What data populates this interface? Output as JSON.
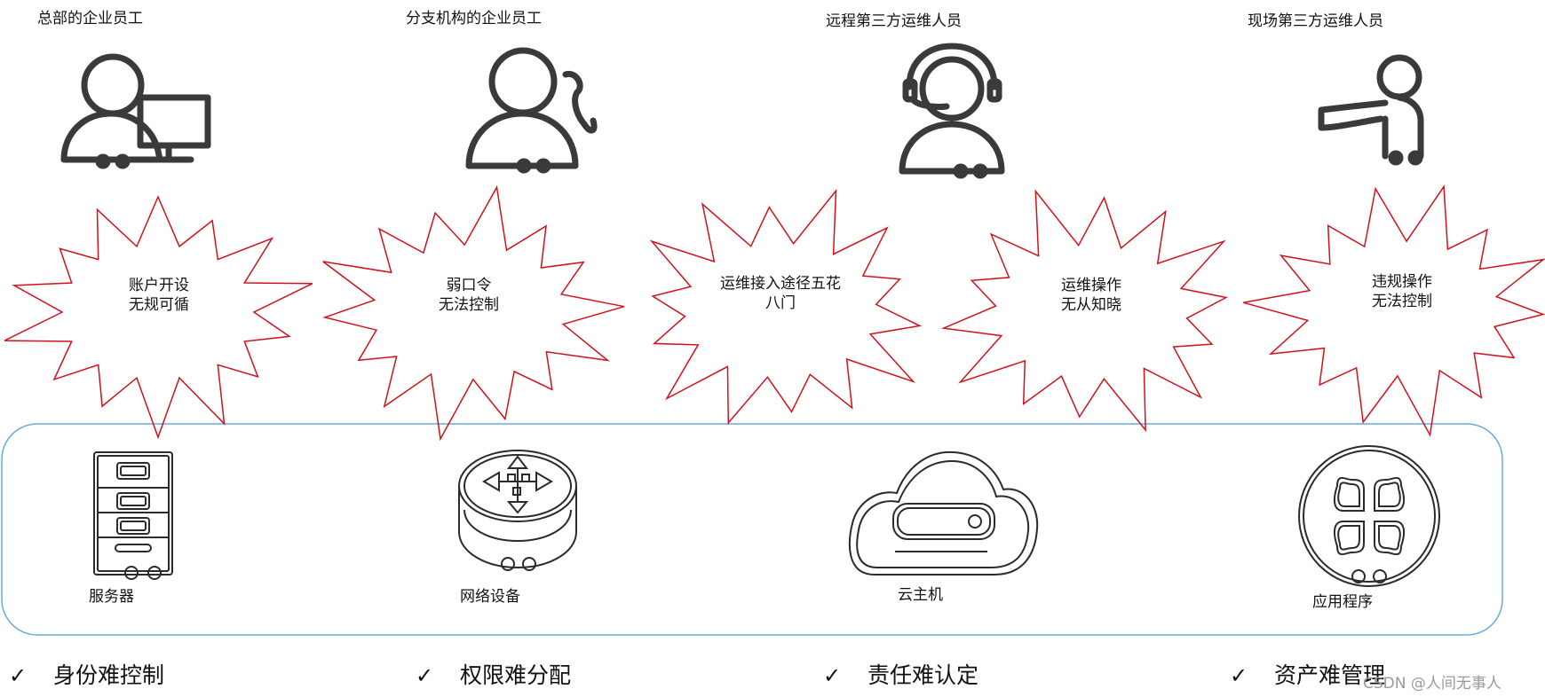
{
  "roles": [
    {
      "label": "总部的企业员工",
      "icon": "user-computer-icon"
    },
    {
      "label": "分支机构的企业员工",
      "icon": "user-phone-icon"
    },
    {
      "label": "远程第三方运维人员",
      "icon": "user-headset-icon"
    },
    {
      "label": "现场第三方运维人员",
      "icon": "user-pointing-icon"
    }
  ],
  "problems": [
    {
      "line1": "账户开设",
      "line2": "无规可循"
    },
    {
      "line1": "弱口令",
      "line2": "无法控制"
    },
    {
      "line1": "运维接入途径五花",
      "line2": "八门"
    },
    {
      "line1": "运维操作",
      "line2": "无从知晓"
    },
    {
      "line1": "违规操作",
      "line2": "无法控制"
    }
  ],
  "devices": [
    {
      "label": "服务器",
      "icon": "server-icon"
    },
    {
      "label": "网络设备",
      "icon": "network-device-icon"
    },
    {
      "label": "云主机",
      "icon": "cloud-host-icon"
    },
    {
      "label": "应用程序",
      "icon": "application-icon"
    }
  ],
  "conclusions": [
    {
      "mark": "✓",
      "text": "身份难控制"
    },
    {
      "mark": "✓",
      "text": "权限难分配"
    },
    {
      "mark": "✓",
      "text": "责任难认定"
    },
    {
      "mark": "✓",
      "text": "资产难管理"
    }
  ],
  "watermark": "CSDN @人间无事人",
  "colors": {
    "burst_stroke": "#d0121b",
    "panel_stroke": "#6aaad8",
    "icon_stroke": "#3a3a3a"
  }
}
